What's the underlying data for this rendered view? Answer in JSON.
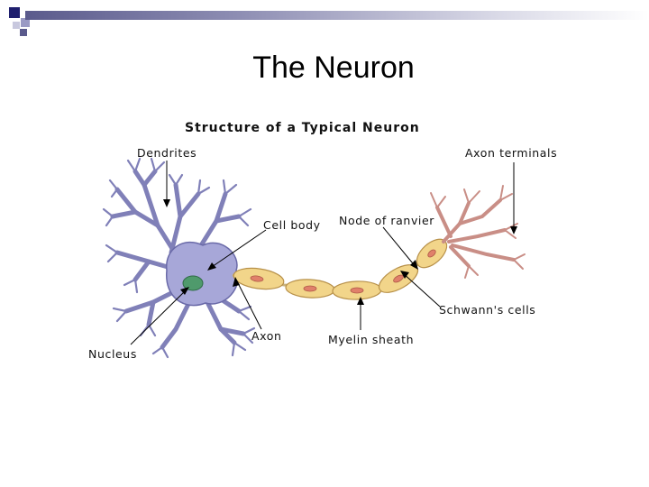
{
  "slide": {
    "title": "The Neuron"
  },
  "diagram": {
    "heading": "Structure of a Typical Neuron",
    "labels": {
      "dendrites": "Dendrites",
      "axon_terminals": "Axon terminals",
      "cell_body": "Cell body",
      "node_of_ranvier": "Node of ranvier",
      "schwanns_cells": "Schwann's cells",
      "axon": "Axon",
      "myelin_sheath": "Myelin sheath",
      "nucleus": "Nucleus"
    },
    "colors": {
      "cell_body": "#a7a7d8",
      "cell_outline": "#6a6aa8",
      "nucleus": "#4f9a6c",
      "myelin": "#f2d58a",
      "myelin_outline": "#b8914a",
      "schwann_nucleus": "#e0806a",
      "terminals": "#c98e86",
      "accent_bar": "#5a5a8c"
    }
  }
}
